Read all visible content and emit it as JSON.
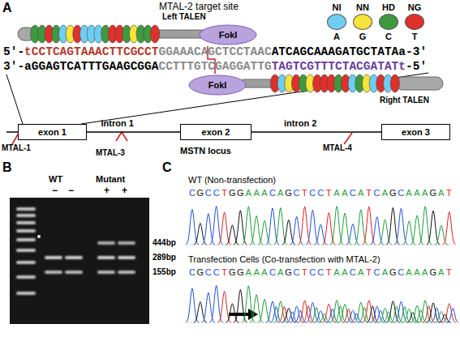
{
  "diagram": {
    "nodes": [
      {
        "text": [
          "FokI"
        ]
      },
      {
        "text": [
          "FokI"
        ]
      },
      {
        "text": [
          "exon 1"
        ]
      },
      {
        "text": [
          "exon 2"
        ]
      },
      {
        "text": [
          "exon 3"
        ]
      }
    ],
    "edges": [
      {
        "from": 2,
        "to": 3,
        "arrow": "none",
        "label": "intron 1"
      },
      {
        "from": 3,
        "to": 4,
        "arrow": "none",
        "label": "intron 2"
      }
    ],
    "labels": [
      "A",
      "MTAL-2 target site",
      "Left TALEN",
      "5'-tCCTCAGTAAACTTCGCCTGGAAACAGCTCCTAACATCAGCAAAGATGCTATAa-3'",
      "3'-aGGAGTCATTTGAAGCGGACCTTTGTCGAGGATTGTAGTCGTTTCTACGATATt-5'",
      "Right TALEN",
      "A",
      "G",
      "C",
      "T",
      "MSTN locus",
      "MTAL-1",
      "MTAL-3",
      "MTAL-4",
      "B",
      "WT",
      "Mutant",
      "−",
      "−",
      "+",
      "+",
      "444bp",
      "289bp",
      "155bp",
      "C",
      "WT (Non-transfection)",
      "CGCCTGGAAACAGCTCCTAACATCAGCAAAGAT",
      "Transfection Cells (Co-transfection with MTAL-2)",
      "CGCCTGGAAACAGCTCCTAACATCAGCAAAGAT"
    ],
    "legend": [
      {
        "text": "NI",
        "color": "#6fcdf2"
      },
      {
        "text": "NN",
        "color": "#f5e43a"
      },
      {
        "text": "HD",
        "color": "#3f9a3f"
      },
      {
        "text": "NG",
        "color": "#e0302a"
      }
    ]
  }
}
